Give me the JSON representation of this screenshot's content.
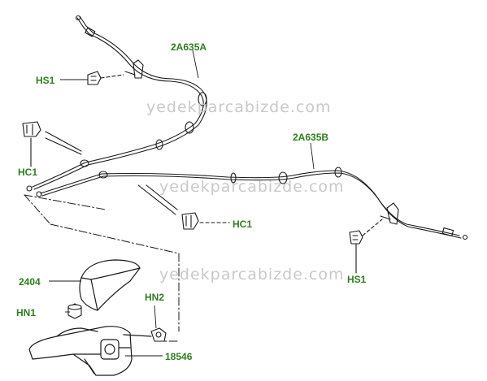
{
  "labels": {
    "cable_front": "2A635A",
    "cable_rear": "2A635B",
    "hs1_top": "HS1",
    "hs1_right": "HS1",
    "hc1_left": "HC1",
    "hc1_mid": "HC1",
    "lever_cover": "2404",
    "nut": "HN1",
    "clip": "HN2",
    "lever": "18546"
  },
  "watermarks": [
    "yedekparcabizde.com",
    "yedekparcabizde.com",
    "yedekparcabizde.com"
  ],
  "colors": {
    "label": "#2f7d1f",
    "line": "#1a1a1a",
    "watermark": "#c9c9c9"
  }
}
